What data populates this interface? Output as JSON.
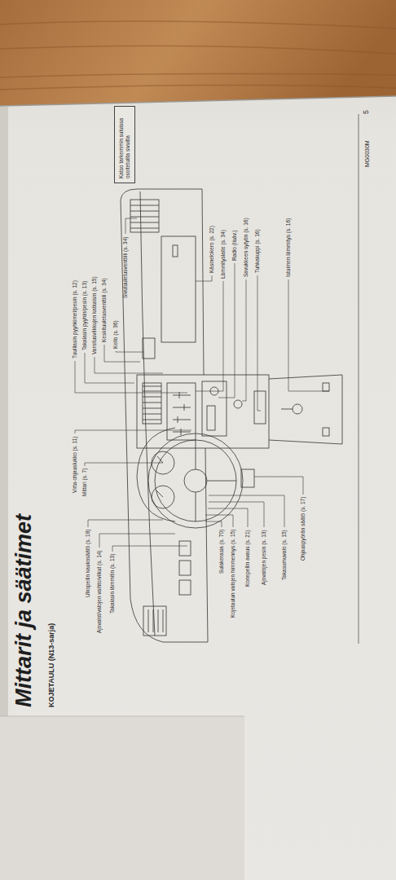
{
  "diagram": {
    "title": "Mittarit ja säätimet",
    "nodes": [
      {
        "text": [
          "Katso tarkemmin suluissa osoitetuilta sivuilta"
        ]
      }
    ],
    "labels": [
      "KOJETAULU (N13-sarja)",
      "Virta-ohjauslukko (s. 11)",
      "Mittari (s. 7)",
      "Ulkopeilin kaukosäätö (s. 18)",
      "Ajovalot/valojen vaihto/vilkut (s. 14)",
      "Takalasin lämmitin (s. 13)",
      "Tuulilasin pyyhkimet/pesin (s. 12)",
      "Takalasin pyyhin/pesin (s. 13)",
      "Varoitusvilkkujen katkaisin (s. 15)",
      "Keskituuletusventtiili (s. 34)",
      "Kello (s. 36)",
      "Sivutuuletusventtiili (s. 34)",
      "Sulakerasia (s. 70)",
      "Kojetaulun valojen himmennys (s. 15)",
      "Konepellin avaus (s. 21)",
      "Ajovalojen pesin (s. 13)",
      "Takasumuvalo (s. 15)",
      "Ohjauspyörän säätö (s. 17)",
      "Käsinelokero (s. 22)",
      "Lämmityslaite (s. 34)",
      "Radio (lisäv.)",
      "Savukkeen sytytin (s. 16)",
      "Tuhkakuppi (s. 16)",
      "Istuimen lämmitys (s. 16)",
      "MG0030M",
      "5"
    ]
  }
}
